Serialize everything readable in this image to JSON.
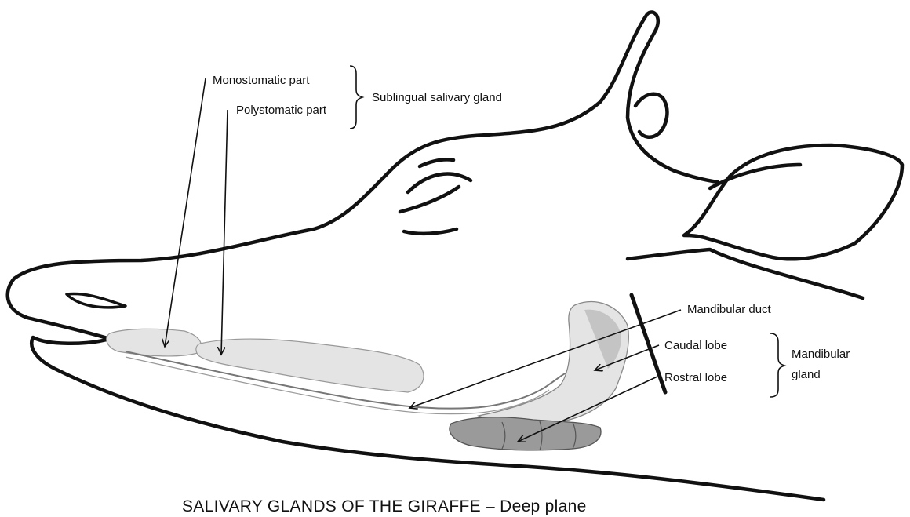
{
  "labels": {
    "monostomatic": "Monostomatic part",
    "polystomatic": "Polystomatic part",
    "sublingual": "Sublingual salivary gland",
    "mandibular_duct": "Mandibular duct",
    "caudal_lobe": "Caudal lobe",
    "rostral_lobe": "Rostral lobe",
    "mandibular_gland_line1": "Mandibular",
    "mandibular_gland_line2": "gland"
  },
  "title": "SALIVARY GLANDS OF THE GIRAFFE – Deep plane",
  "colors": {
    "outline": "#111111",
    "gland_light": "#e4e4e4",
    "gland_shade": "#c4c4c4",
    "rostral_lobe_fill": "#9a9a9a"
  }
}
